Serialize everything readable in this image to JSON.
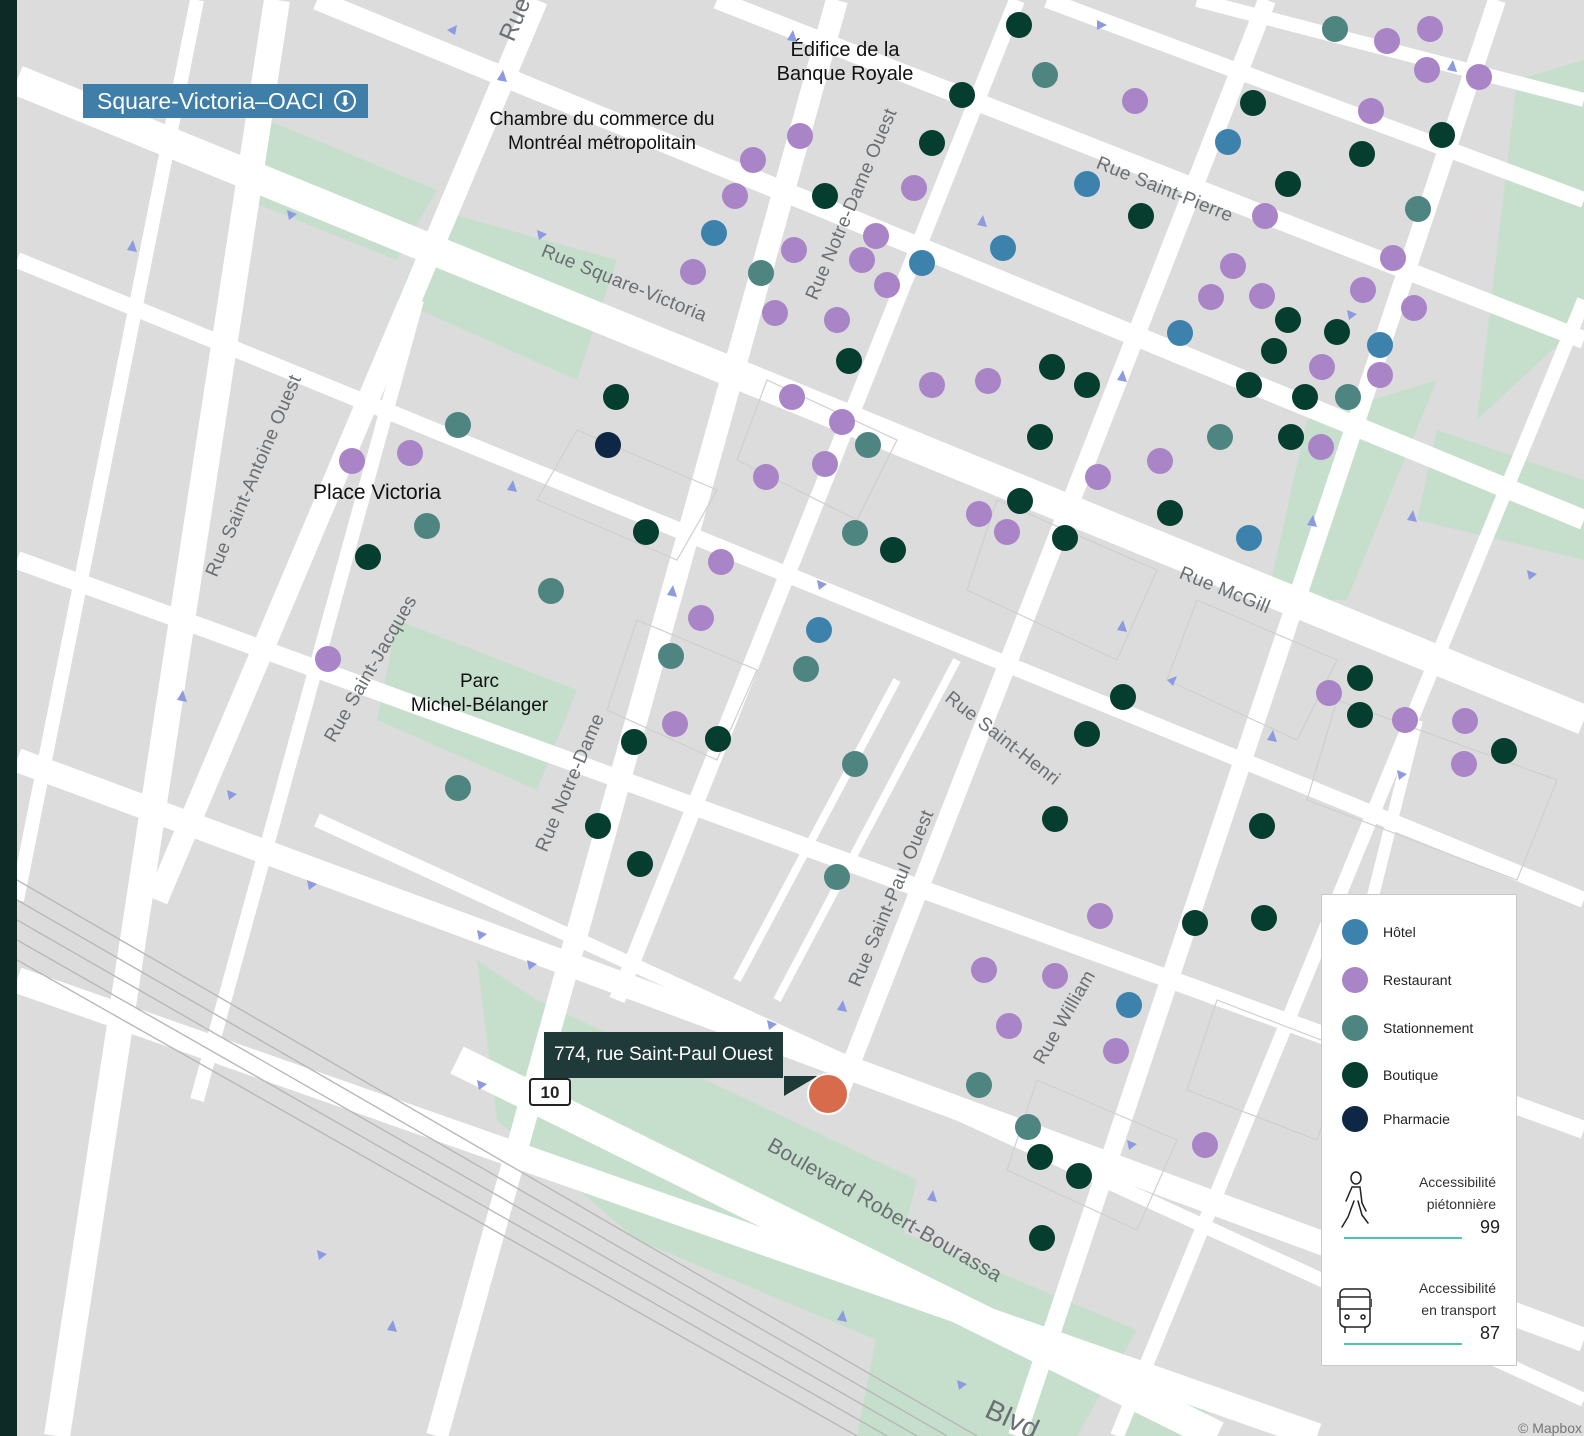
{
  "station": {
    "label": "Square-Victoria–OACI",
    "icon": "metro-icon"
  },
  "places": {
    "royal_bank": [
      "Édifice de la",
      "Banque Royale"
    ],
    "chamber": [
      "Chambre du commerce du",
      "Montréal métropolitain"
    ],
    "place_victoria": "Place Victoria",
    "parc": [
      "Parc",
      "Michel-Bélanger"
    ]
  },
  "streets": {
    "rue_top": "Rue",
    "square_victoria": "Rue Square-Victoria",
    "notre_dame_ouest": "Rue Notre-Dame Ouest",
    "saint_pierre": "Rue Saint-Pierre",
    "saint_antoine": "Rue Saint-Antoine Ouest",
    "saint_jacques": "Rue Saint-Jacques",
    "notre_dame": "Rue Notre-Dame",
    "mcgill": "Rue McGill",
    "saint_henri": "Rue Saint-Henri",
    "saint_paul": "Rue Saint-Paul Ouest",
    "william": "Rue William",
    "robert_bourassa": "Boulevard Robert-Bourassa",
    "blvd": "Blvd"
  },
  "highway_shield": "10",
  "address": "774, rue Saint-Paul Ouest",
  "colors": {
    "hotel": "#3c82ad",
    "restaurant": "#a985c8",
    "parking": "#4e8581",
    "shop": "#053d2f",
    "pharmacy": "#0d2744",
    "target": "#d86b4c"
  },
  "legend": {
    "items": [
      {
        "key": "hotel",
        "label": "Hôtel"
      },
      {
        "key": "restaurant",
        "label": "Restaurant"
      },
      {
        "key": "parking",
        "label": "Stationnement"
      },
      {
        "key": "shop",
        "label": "Boutique"
      },
      {
        "key": "pharmacy",
        "label": "Pharmacie"
      }
    ],
    "walk": {
      "label_1": "Accessibilité",
      "label_2": "piétonnière",
      "score": "99",
      "icon": "pedestrian-icon"
    },
    "transit": {
      "label_1": "Accessibilité",
      "label_2": "en transport",
      "score": "87",
      "icon": "bus-icon"
    }
  },
  "attribution": "© Mapbox"
}
